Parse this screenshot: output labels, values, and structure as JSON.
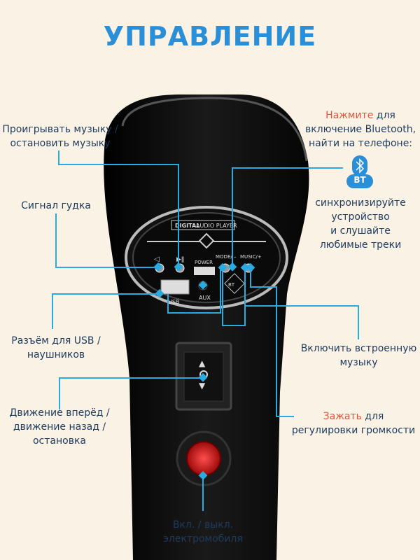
{
  "title": "УПРАВЛЕНИЕ",
  "device": {
    "panel_label_1": "DIGITAL",
    "panel_label_2": "AUDIO PLAYER",
    "power": "POWER",
    "mode": "MODE/ –",
    "music": "MUSIC/+",
    "usb": "USB",
    "aux": "AUX",
    "bt_logo": "BT"
  },
  "labels": {
    "play": [
      "Проигрывать музыку /",
      "остановить музыку"
    ],
    "horn": "Сигнал гудка",
    "usb": [
      "Разъём для USB /",
      "наушников"
    ],
    "drive": [
      "Движение вперёд /",
      "движение назад /",
      "остановка"
    ],
    "power": [
      "Вкл. / выкл.",
      "электромобиля"
    ],
    "bluetooth": {
      "press": "Нажмите",
      "rest1": " для",
      "line2": "включение Bluetooth,",
      "line3": "найти на телефоне:"
    },
    "bt_badge": "BT",
    "sync": [
      "синхронизируйте",
      "устройство",
      "и слушайте",
      "любимые треки"
    ],
    "music": [
      "Включить встроенную",
      "музыку"
    ],
    "volume": {
      "press": "Зажать",
      "rest1": " для",
      "line2": "регулировки громкости"
    }
  },
  "colors": {
    "accent": "#2a8fd6",
    "line": "#29abe2",
    "red": "#e0533b",
    "text": "#1d3b5c"
  }
}
